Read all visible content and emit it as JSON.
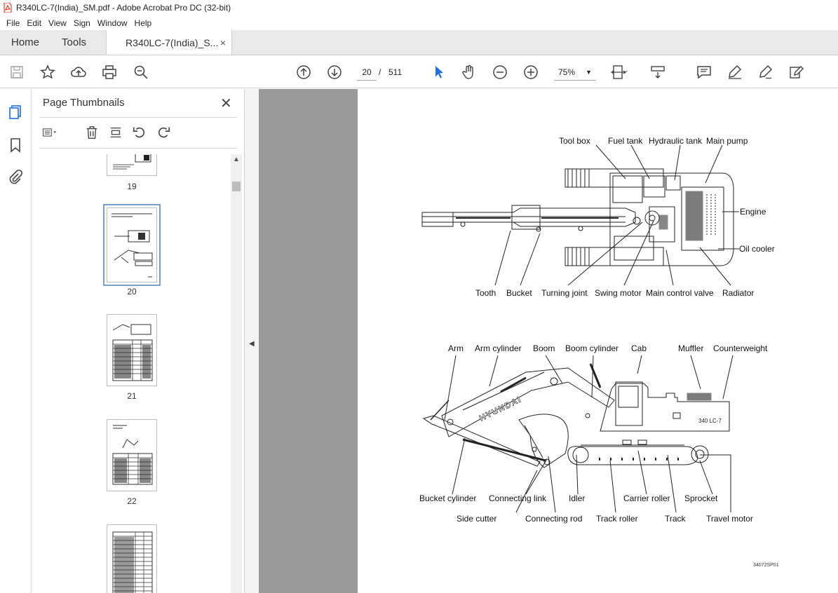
{
  "window": {
    "title": "R340LC-7(India)_SM.pdf - Adobe Acrobat Pro DC (32-bit)"
  },
  "menu": {
    "items": [
      "File",
      "Edit",
      "View",
      "Sign",
      "Window",
      "Help"
    ]
  },
  "tabs": {
    "home": "Home",
    "tools": "Tools",
    "doc": "R340LC-7(India)_S...",
    "close": "×"
  },
  "toolbar": {
    "icons": [
      "save-icon",
      "star-icon",
      "upload-icon",
      "print-icon",
      "find-icon",
      "prev-page-icon",
      "next-page-icon",
      "select-cursor-icon",
      "hand-icon",
      "zoom-out-icon",
      "zoom-in-icon",
      "fit-page-icon",
      "scroll-mode-icon",
      "comment-icon",
      "highlight-icon",
      "sign-icon",
      "edit-icon"
    ],
    "page_current": "20",
    "page_sep": "/",
    "page_total": "511",
    "zoom": "75%"
  },
  "panel": {
    "title": "Page Thumbnails",
    "close": "✕",
    "thumbnails": [
      {
        "label": "19"
      },
      {
        "label": "20",
        "selected": true
      },
      {
        "label": "21"
      },
      {
        "label": "22"
      },
      {
        "label": ""
      }
    ]
  },
  "diagram": {
    "top_labels": {
      "tool_box": "Tool box",
      "fuel_tank": "Fuel tank",
      "hydraulic_tank": "Hydraulic tank",
      "main_pump": "Main pump",
      "engine": "Engine",
      "oil_cooler": "Oil cooler",
      "tooth": "Tooth",
      "bucket": "Bucket",
      "turning_joint": "Turning joint",
      "swing_motor": "Swing motor",
      "main_control_valve": "Main control valve",
      "radiator": "Radiator"
    },
    "side_labels": {
      "arm": "Arm",
      "arm_cylinder": "Arm cylinder",
      "boom": "Boom",
      "boom_cylinder": "Boom cylinder",
      "cab": "Cab",
      "muffler": "Muffler",
      "counterweight": "Counterweight",
      "bucket_cylinder": "Bucket cylinder",
      "connecting_link": "Connecting link",
      "idler": "Idler",
      "carrier_roller": "Carrier roller",
      "sprocket": "Sprocket",
      "side_cutter": "Side cutter",
      "connecting_rod": "Connecting rod",
      "track_roller": "Track roller",
      "track": "Track",
      "travel_motor": "Travel motor"
    },
    "brand": "HYUNDAI",
    "model_badge": "340 LC-7",
    "figure_code": "34072SP01"
  }
}
